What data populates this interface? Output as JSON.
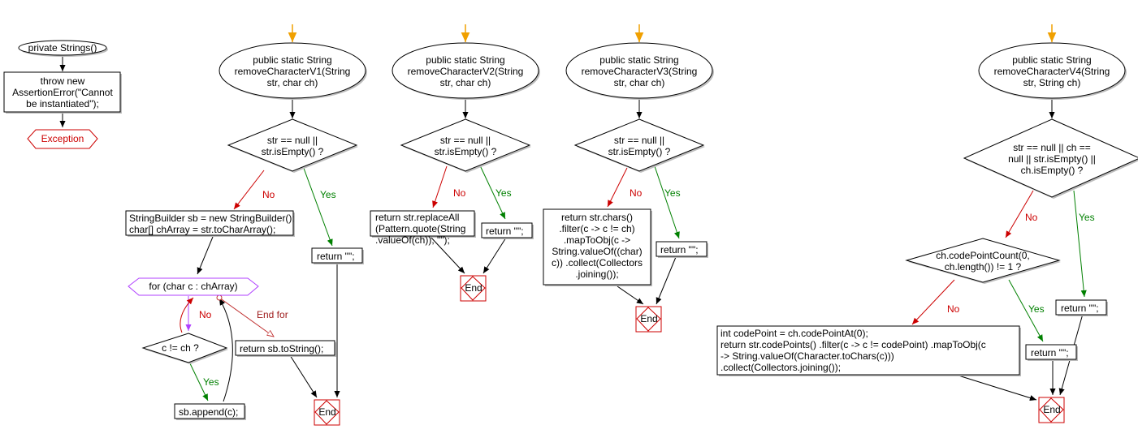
{
  "constructor": {
    "start": "private Strings()",
    "throw_lines": [
      "throw new",
      "AssertionError(\"Cannot",
      "be instantiated\");"
    ],
    "exception": "Exception"
  },
  "v1": {
    "start_lines": [
      "public static String",
      "removeCharacterV1(String",
      "str, char ch)"
    ],
    "decision_lines": [
      "str == null ||",
      "str.isEmpty() ?"
    ],
    "no": "No",
    "yes": "Yes",
    "init_lines": [
      "StringBuilder sb = new StringBuilder();",
      "char[] chArray = str.toCharArray();"
    ],
    "return_empty": "return \"\";",
    "loop": "for (char c : chArray)",
    "loop_no": "No",
    "end_for": "End for",
    "cond": "c != ch ?",
    "cond_yes": "Yes",
    "append": "sb.append(c);",
    "return_sb": "return sb.toString();",
    "end": "End"
  },
  "v2": {
    "start_lines": [
      "public static String",
      "removeCharacterV2(String",
      "str, char ch)"
    ],
    "decision_lines": [
      "str == null ||",
      "str.isEmpty() ?"
    ],
    "no": "No",
    "yes": "Yes",
    "return_replace_lines": [
      "return str.replaceAll",
      "(Pattern.quote(String",
      ".valueOf(ch)), \"\");"
    ],
    "return_empty": "return \"\";",
    "end": "End"
  },
  "v3": {
    "start_lines": [
      "public static String",
      "removeCharacterV3(String",
      "str, char ch)"
    ],
    "decision_lines": [
      "str == null ||",
      "str.isEmpty() ?"
    ],
    "no": "No",
    "yes": "Yes",
    "return_chars_lines": [
      "return str.chars()",
      ".filter(c -> c != ch)",
      ".mapToObj(c ->",
      "String.valueOf((char)",
      "c)) .collect(Collectors",
      ".joining());"
    ],
    "return_empty": "return \"\";",
    "end": "End"
  },
  "v4": {
    "start_lines": [
      "public static String",
      "removeCharacterV4(String",
      "str, String ch)"
    ],
    "decision_lines": [
      "str == null || ch ==",
      "null || str.isEmpty() ||",
      "ch.isEmpty() ?"
    ],
    "no": "No",
    "yes": "Yes",
    "decision2_lines": [
      "ch.codePointCount(0,",
      "ch.length()) != 1 ?"
    ],
    "no2": "No",
    "yes2": "Yes",
    "codepoint_lines": [
      "int codePoint = ch.codePointAt(0);",
      "return str.codePoints() .filter(c -> c != codePoint) .mapToObj(c",
      "-> String.valueOf(Character.toChars(c)))",
      ".collect(Collectors.joining());"
    ],
    "return_empty_1": "return \"\";",
    "return_empty_2": "return \"\";",
    "end": "End"
  }
}
